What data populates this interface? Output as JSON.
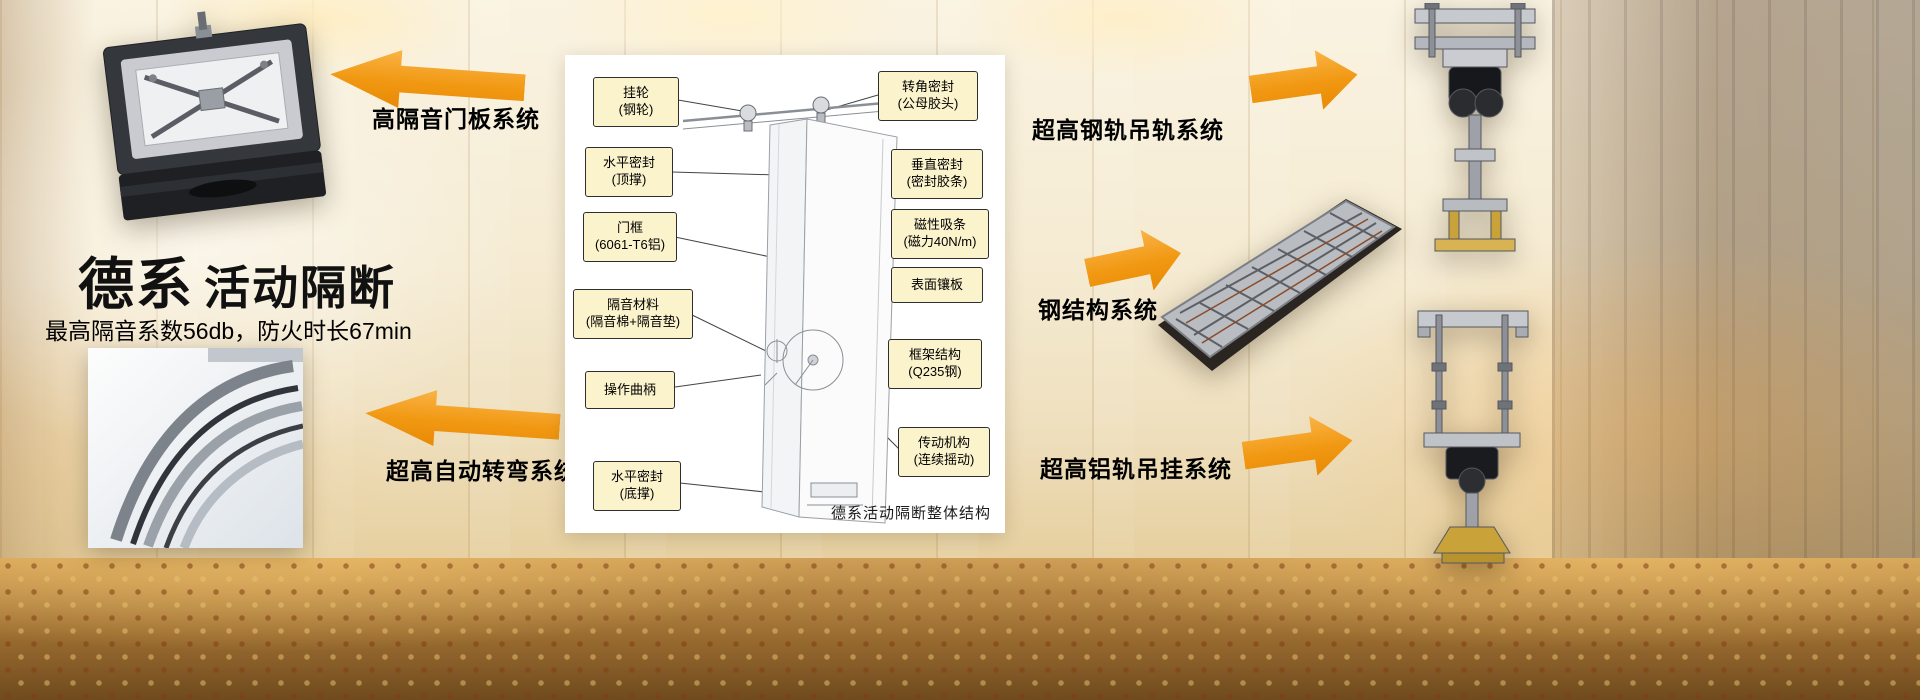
{
  "colors": {
    "arrow_orange": "#F59C1B",
    "callout_yellow": "#FBF3CC",
    "text_black": "#111111"
  },
  "icons": {
    "arrow_left": "block-arrow-left",
    "arrow_right": "block-arrow-right"
  },
  "header": {
    "brand_bold": "德系",
    "brand_rest": "活动隔断",
    "tagline": "最高隔音系数56db，防火时长67min"
  },
  "systems": {
    "door_panel": "高隔音门板系统",
    "auto_turn": "超高自动转弯系统",
    "steel_rail": "超高钢轨吊轨系统",
    "steel_structure": "钢结构系统",
    "alu_rail": "超高铝轨吊挂系统"
  },
  "diagram": {
    "caption": "德系活动隔断整体结构",
    "callouts_left": [
      {
        "line1": "挂轮",
        "line2": "(钢轮)"
      },
      {
        "line1": "水平密封",
        "line2": "(顶撑)"
      },
      {
        "line1": "门框",
        "line2": "(6061-T6铝)"
      },
      {
        "line1": "隔音材料",
        "line2": "(隔音棉+隔音垫)"
      },
      {
        "line1": "操作曲柄",
        "line2": ""
      },
      {
        "line1": "水平密封",
        "line2": "(底撑)"
      }
    ],
    "callouts_right": [
      {
        "line1": "转角密封",
        "line2": "(公母胶头)"
      },
      {
        "line1": "垂直密封",
        "line2": "(密封胶条)"
      },
      {
        "line1": "磁性吸条",
        "line2": "(磁力40N/m)"
      },
      {
        "line1": "表面镶板",
        "line2": ""
      },
      {
        "line1": "框架结构",
        "line2": "(Q235钢)"
      },
      {
        "line1": "传动机构",
        "line2": "(连续摇动)"
      }
    ]
  }
}
